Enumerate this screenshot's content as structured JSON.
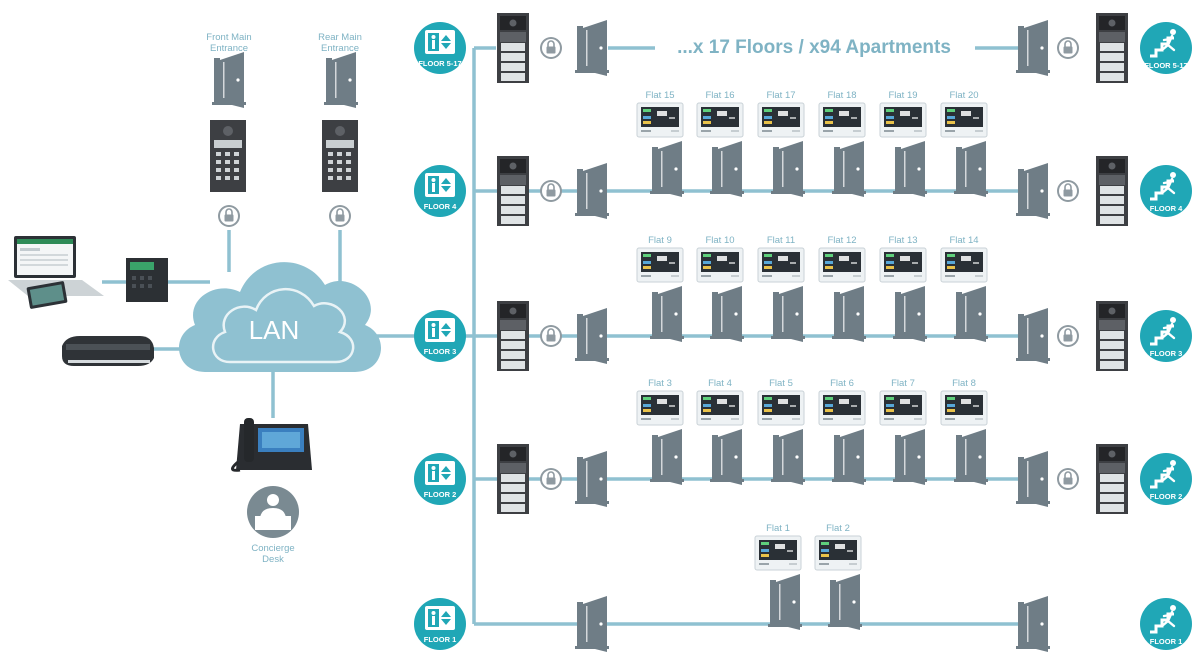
{
  "banner": "...x 17 Floors / x94 Apartments",
  "lan_label": "LAN",
  "entrances": [
    {
      "label_1": "Front Main",
      "label_2": "Entrance"
    },
    {
      "label_1": "Rear Main",
      "label_2": "Entrance"
    }
  ],
  "concierge": {
    "label_1": "Concierge",
    "label_2": "Desk"
  },
  "floors": [
    "FLOOR 5-17",
    "FLOOR 4",
    "FLOOR 3",
    "FLOOR 2",
    "FLOOR 1"
  ],
  "flats": {
    "floor4": [
      "Flat 15",
      "Flat 16",
      "Flat 17",
      "Flat 18",
      "Flat 19",
      "Flat 20"
    ],
    "floor3": [
      "Flat 9",
      "Flat 10",
      "Flat 11",
      "Flat 12",
      "Flat 13",
      "Flat 14"
    ],
    "floor2": [
      "Flat 3",
      "Flat 4",
      "Flat 5",
      "Flat 6",
      "Flat 7",
      "Flat 8"
    ],
    "floor1": [
      "Flat 1",
      "Flat 2"
    ]
  },
  "colors": {
    "line": "#8fc1d1",
    "teal": "#20a7b6",
    "door": "#6f7d86",
    "lock": "#8f9aa1",
    "cloud": "#8fc1d1"
  }
}
